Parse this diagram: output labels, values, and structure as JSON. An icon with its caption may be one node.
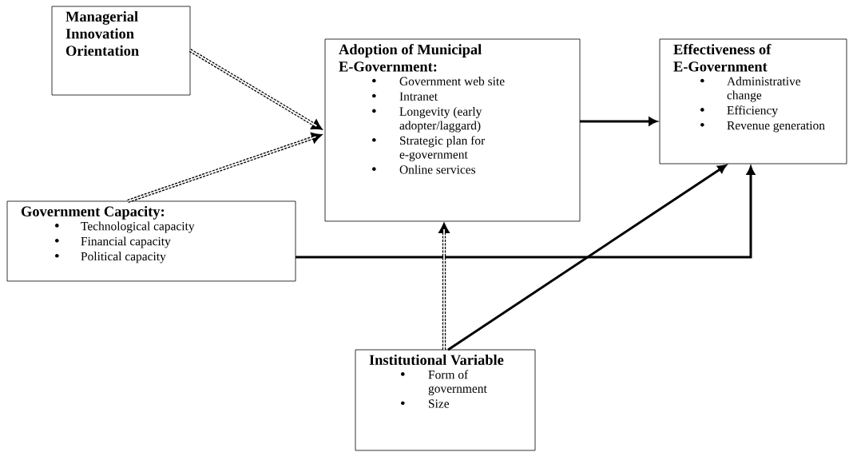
{
  "diagram": {
    "nodes": [
      {
        "text": [
          "Managerial Innovation Orientation"
        ]
      },
      {
        "text": [
          "Adoption of Municipal E-Government:",
          "Government web site",
          "Intranet",
          "Longevity (early adopter/laggard)",
          "Strategic plan for e-government",
          "Online services"
        ]
      },
      {
        "text": [
          "Effectiveness of E-Government",
          "Administrative change",
          "Efficiency",
          "Revenue generation"
        ]
      },
      {
        "text": [
          "Government Capacity:",
          "Technological capacity",
          "Financial capacity",
          "Political capacity"
        ]
      },
      {
        "text": [
          "Institutional Variable",
          "Form of government",
          "Size"
        ]
      }
    ],
    "edges": [
      {
        "from": 0,
        "to": 1,
        "arrow": "to",
        "style": "dashed"
      },
      {
        "from": 3,
        "to": 1,
        "arrow": "to",
        "style": "dashed"
      },
      {
        "from": 1,
        "to": 2,
        "arrow": "to"
      },
      {
        "from": 3,
        "to": 2,
        "arrow": "to"
      },
      {
        "from": 4,
        "to": 1,
        "arrow": "to",
        "style": "dashed"
      },
      {
        "from": 4,
        "to": 2,
        "arrow": "to"
      }
    ]
  }
}
